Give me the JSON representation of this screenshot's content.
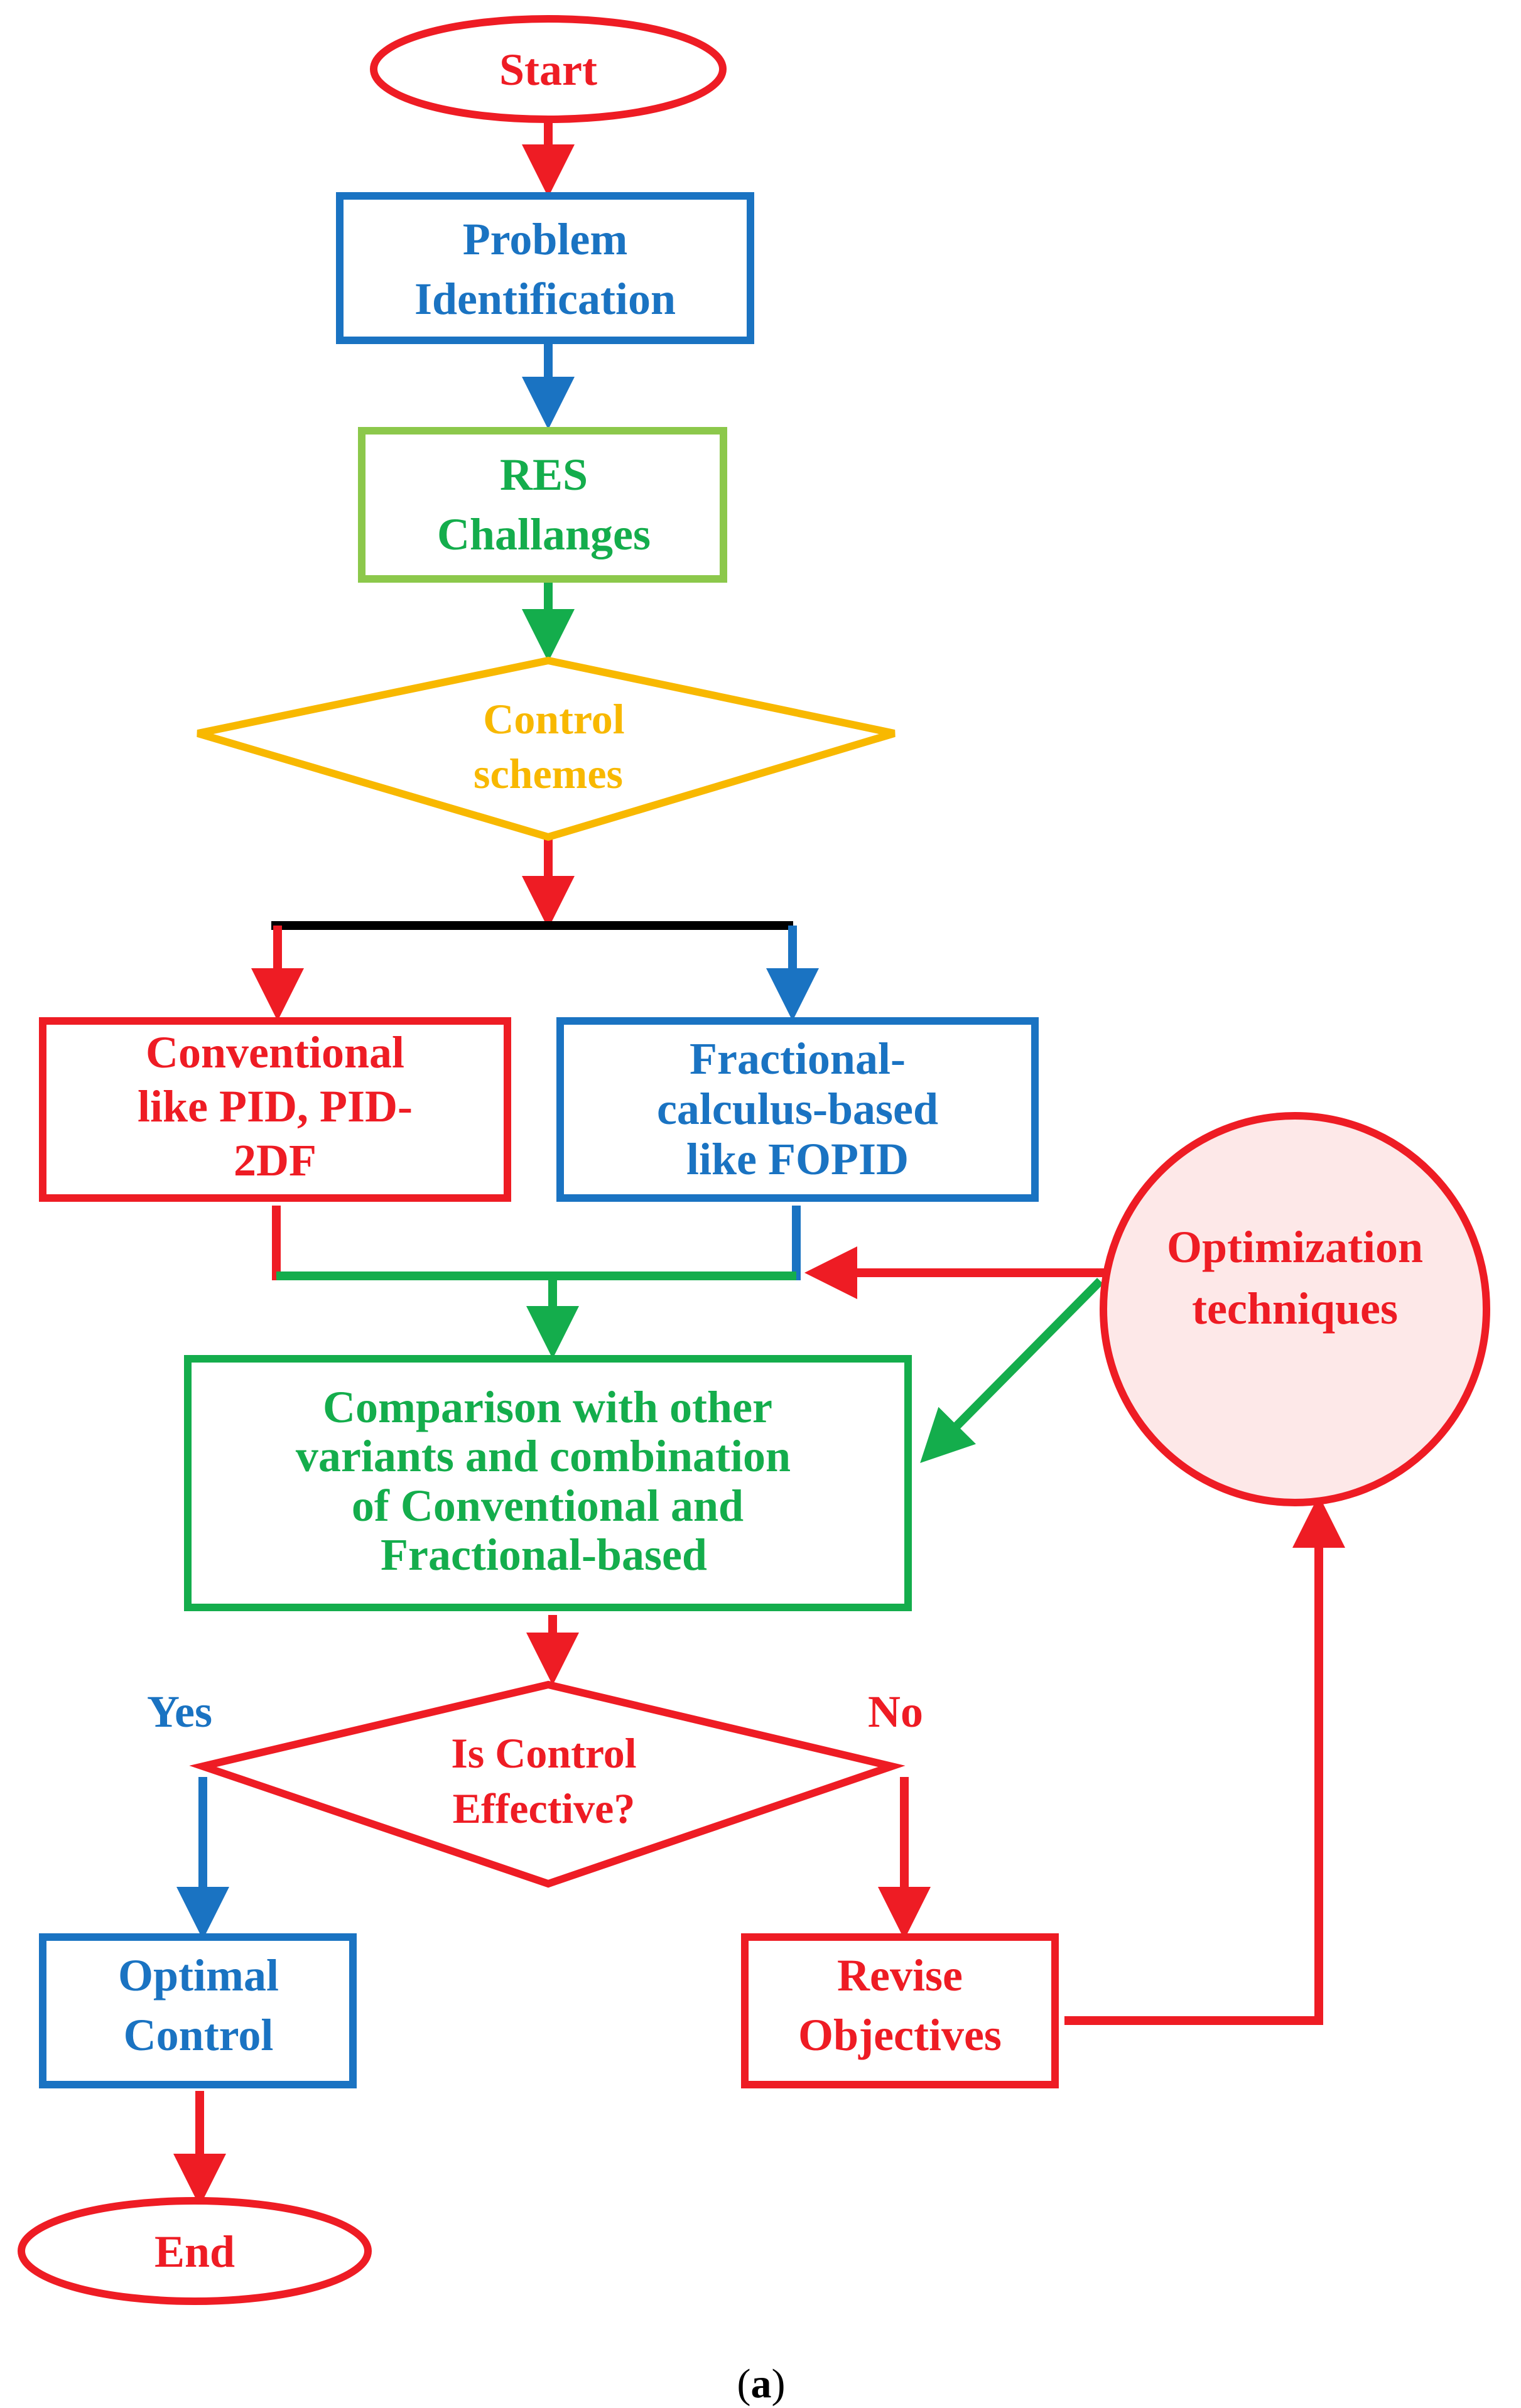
{
  "colors": {
    "red": "#ee1c24",
    "blue": "#1a73c2",
    "green": "#14ad4c",
    "light_green": "#8cc84b",
    "yellow": "#f8b800",
    "black": "#000000",
    "circle_fill": "#fde8e8"
  },
  "nodes": {
    "start": "Start",
    "problem": [
      "Problem",
      "Identification"
    ],
    "res": [
      "RES",
      "Challanges"
    ],
    "control_schemes": [
      "Control",
      "schemes"
    ],
    "conventional": [
      "Conventional",
      "like PID, PID-",
      "2DF"
    ],
    "fractional": [
      "Fractional-",
      "calculus-based",
      "like FOPID"
    ],
    "optimization": [
      "Optimization",
      "techniques"
    ],
    "comparison": [
      "Comparison with other",
      "variants and combination",
      "of Conventional and",
      "Fractional-based"
    ],
    "decision": [
      "Is Control",
      "Effective?"
    ],
    "optimal": [
      "Optimal",
      "Control"
    ],
    "revise": [
      "Revise",
      "Objectives"
    ],
    "end": "End"
  },
  "branches": {
    "yes": "Yes",
    "no": "No"
  },
  "caption": {
    "open": "(",
    "letter": "a",
    "close": ")"
  }
}
